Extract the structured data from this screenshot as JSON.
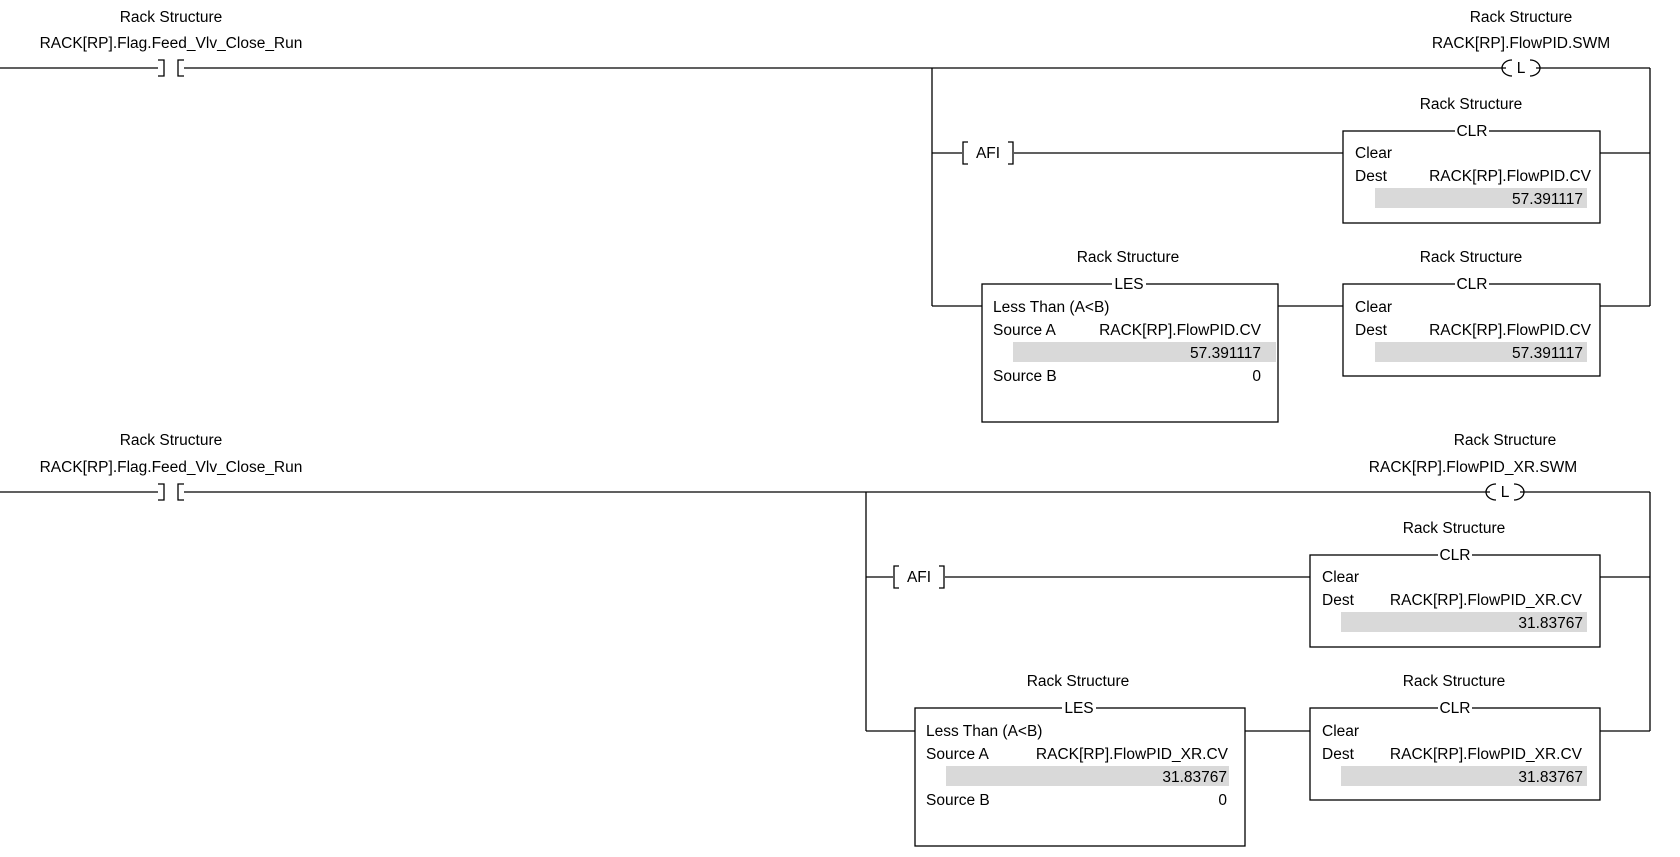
{
  "rungs": [
    {
      "contact": {
        "desc": "Rack Structure",
        "tag": "RACK[RP].Flag.Feed_Vlv_Close_Run"
      },
      "coil": {
        "desc": "Rack Structure",
        "tag": "RACK[RP].FlowPID.SWM",
        "symbol": "L"
      },
      "afi": {
        "label": "AFI"
      },
      "clr1": {
        "desc": "Rack Structure",
        "header": "CLR",
        "title": "Clear",
        "dest_label": "Dest",
        "dest_tag": "RACK[RP].FlowPID.CV",
        "dest_value": "57.391117"
      },
      "les": {
        "desc": "Rack Structure",
        "header": "LES",
        "title": "Less Than (A<B)",
        "a_label": "Source A",
        "a_tag": "RACK[RP].FlowPID.CV",
        "a_value": "57.391117",
        "b_label": "Source B",
        "b_value": "0"
      },
      "clr2": {
        "desc": "Rack Structure",
        "header": "CLR",
        "title": "Clear",
        "dest_label": "Dest",
        "dest_tag": "RACK[RP].FlowPID.CV",
        "dest_value": "57.391117"
      }
    },
    {
      "contact": {
        "desc": "Rack Structure",
        "tag": "RACK[RP].Flag.Feed_Vlv_Close_Run"
      },
      "coil": {
        "desc": "Rack Structure",
        "tag": "RACK[RP].FlowPID_XR.SWM",
        "symbol": "L"
      },
      "afi": {
        "label": "AFI"
      },
      "clr1": {
        "desc": "Rack Structure",
        "header": "CLR",
        "title": "Clear",
        "dest_label": "Dest",
        "dest_tag": "RACK[RP].FlowPID_XR.CV",
        "dest_value": "31.83767"
      },
      "les": {
        "desc": "Rack Structure",
        "header": "LES",
        "title": "Less Than (A<B)",
        "a_label": "Source A",
        "a_tag": "RACK[RP].FlowPID_XR.CV",
        "a_value": "31.83767",
        "b_label": "Source B",
        "b_value": "0"
      },
      "clr2": {
        "desc": "Rack Structure",
        "header": "CLR",
        "title": "Clear",
        "dest_label": "Dest",
        "dest_tag": "RACK[RP].FlowPID_XR.CV",
        "dest_value": "31.83767"
      }
    }
  ]
}
